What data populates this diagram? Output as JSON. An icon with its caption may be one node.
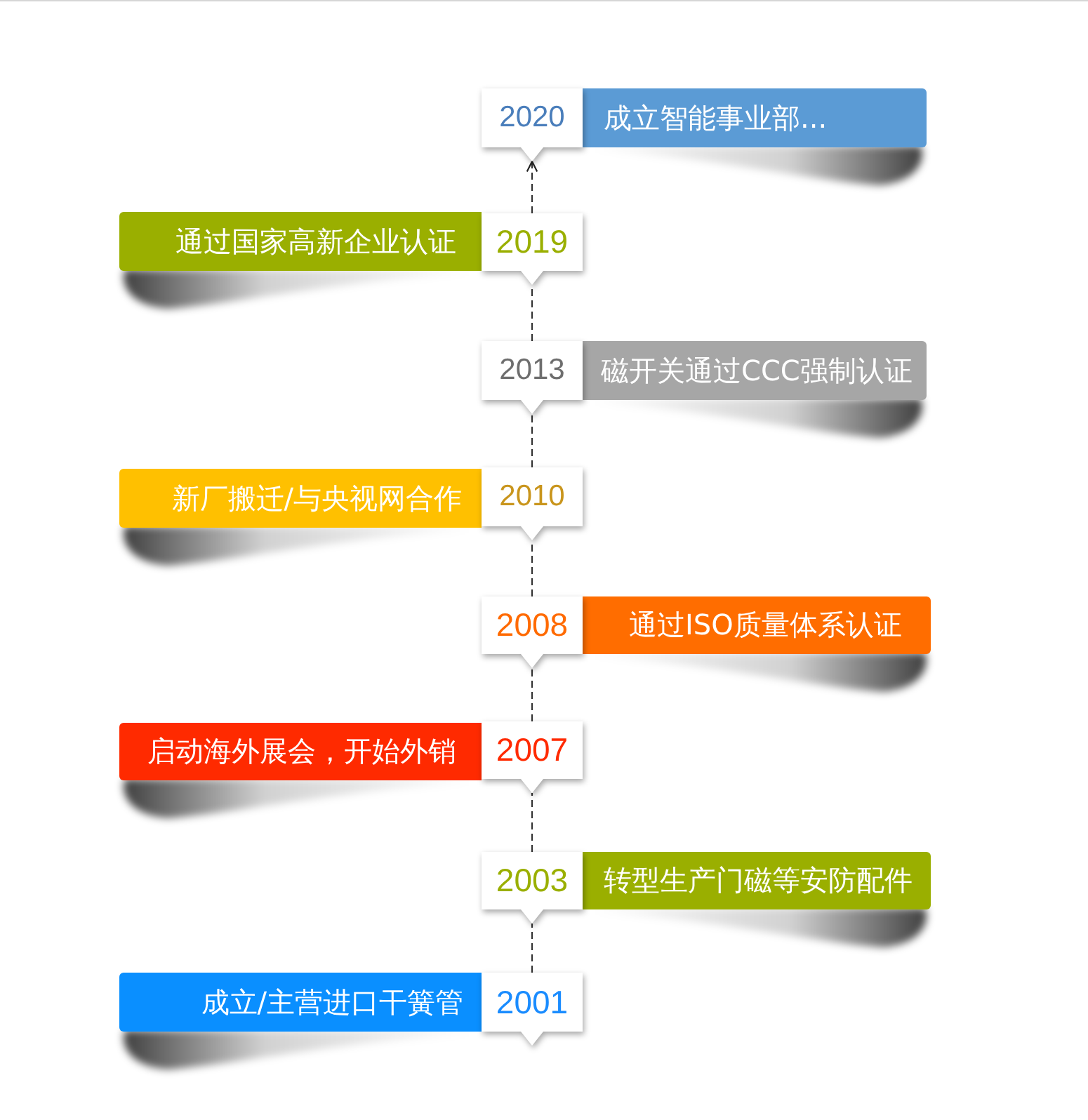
{
  "diagram": {
    "nodes": [
      {
        "text": [
          "2020"
        ]
      },
      {
        "text": [
          "成立智能事业部..."
        ]
      },
      {
        "text": [
          "通过国家高新企业认证"
        ]
      },
      {
        "text": [
          "2019"
        ]
      },
      {
        "text": [
          "2013"
        ]
      },
      {
        "text": [
          "磁开关通过CCC强制认证"
        ]
      },
      {
        "text": [
          "新厂搬迁/与央视网合作"
        ]
      },
      {
        "text": [
          "2010"
        ]
      },
      {
        "text": [
          "2008"
        ]
      },
      {
        "text": [
          "通过ISO质量体系认证"
        ]
      },
      {
        "text": [
          "启动海外展会，开始外销"
        ]
      },
      {
        "text": [
          "2007"
        ]
      },
      {
        "text": [
          "2003"
        ]
      },
      {
        "text": [
          "转型生产门磁等安防配件"
        ]
      },
      {
        "text": [
          "成立/主营进口干簧管"
        ]
      },
      {
        "text": [
          "2001"
        ]
      }
    ],
    "edges": [
      {
        "from": 3,
        "to": 0,
        "arrow": "to",
        "style": "dashed"
      },
      {
        "from": 4,
        "to": 3,
        "arrow": "none",
        "style": "dashed"
      },
      {
        "from": 7,
        "to": 4,
        "arrow": "none",
        "style": "dashed"
      },
      {
        "from": 8,
        "to": 7,
        "arrow": "none",
        "style": "dashed"
      },
      {
        "from": 11,
        "to": 8,
        "arrow": "none",
        "style": "dashed"
      },
      {
        "from": 12,
        "to": 11,
        "arrow": "none",
        "style": "dashed"
      },
      {
        "from": 15,
        "to": 12,
        "arrow": "none",
        "style": "dashed"
      }
    ]
  }
}
